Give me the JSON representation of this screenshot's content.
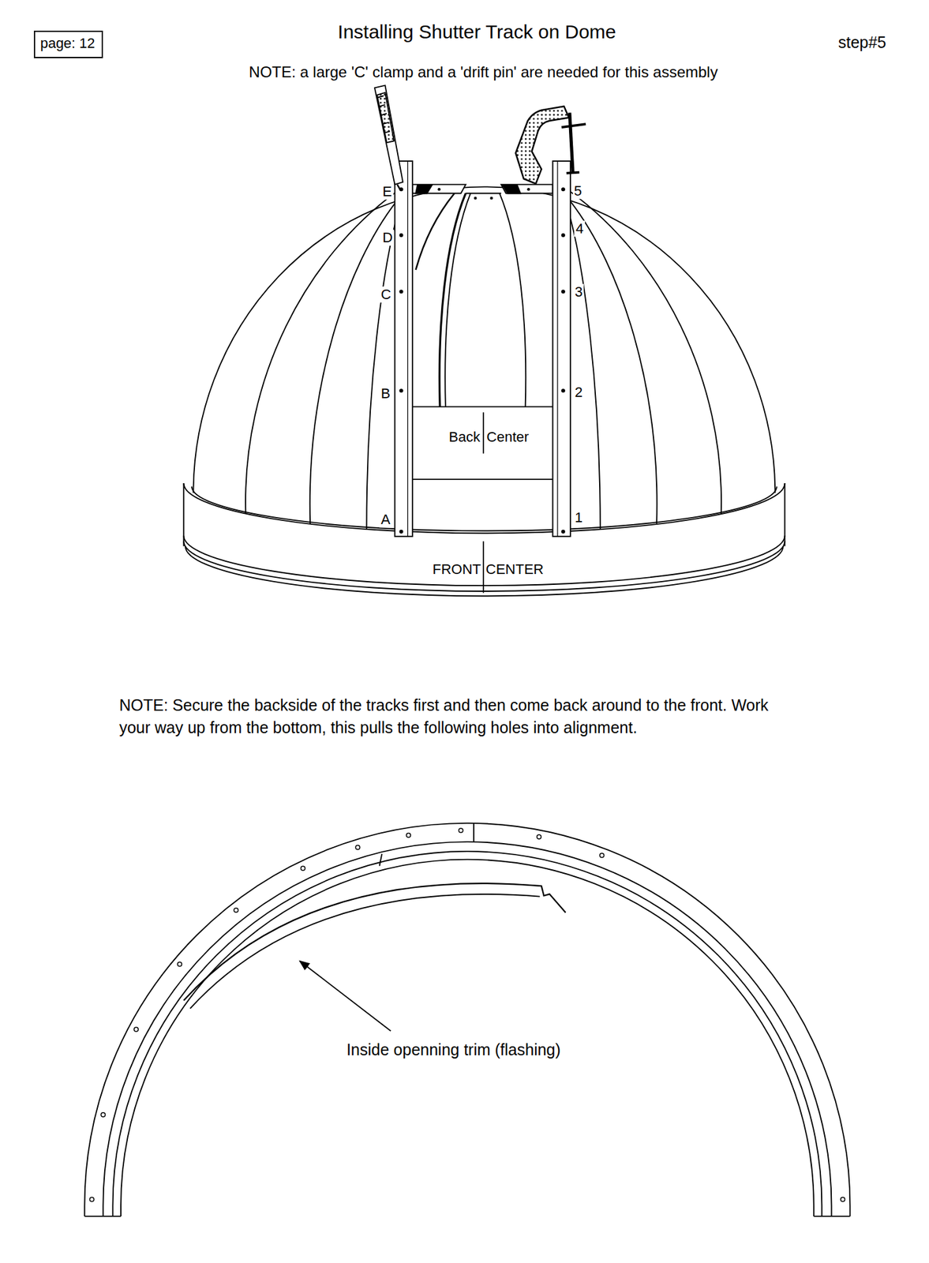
{
  "diagram": {
    "title": "Installing Shutter Track on Dome",
    "nodes": [
      {
        "text": [
          "page: 12"
        ]
      }
    ],
    "labels": [
      "step#5",
      "NOTE: a large 'C' clamp and a 'drift pin' are needed for this assembly",
      "E",
      "D",
      "C",
      "B",
      "A",
      "5",
      "4",
      "3",
      "2",
      "1",
      "Back",
      "Center",
      "FRONT",
      "CENTER",
      "NOTE: Secure the backside of the tracks first and then come back around to the front. Work your way up from the bottom, this pulls the following holes into alignment.",
      "Inside openning trim (flashing)"
    ]
  }
}
